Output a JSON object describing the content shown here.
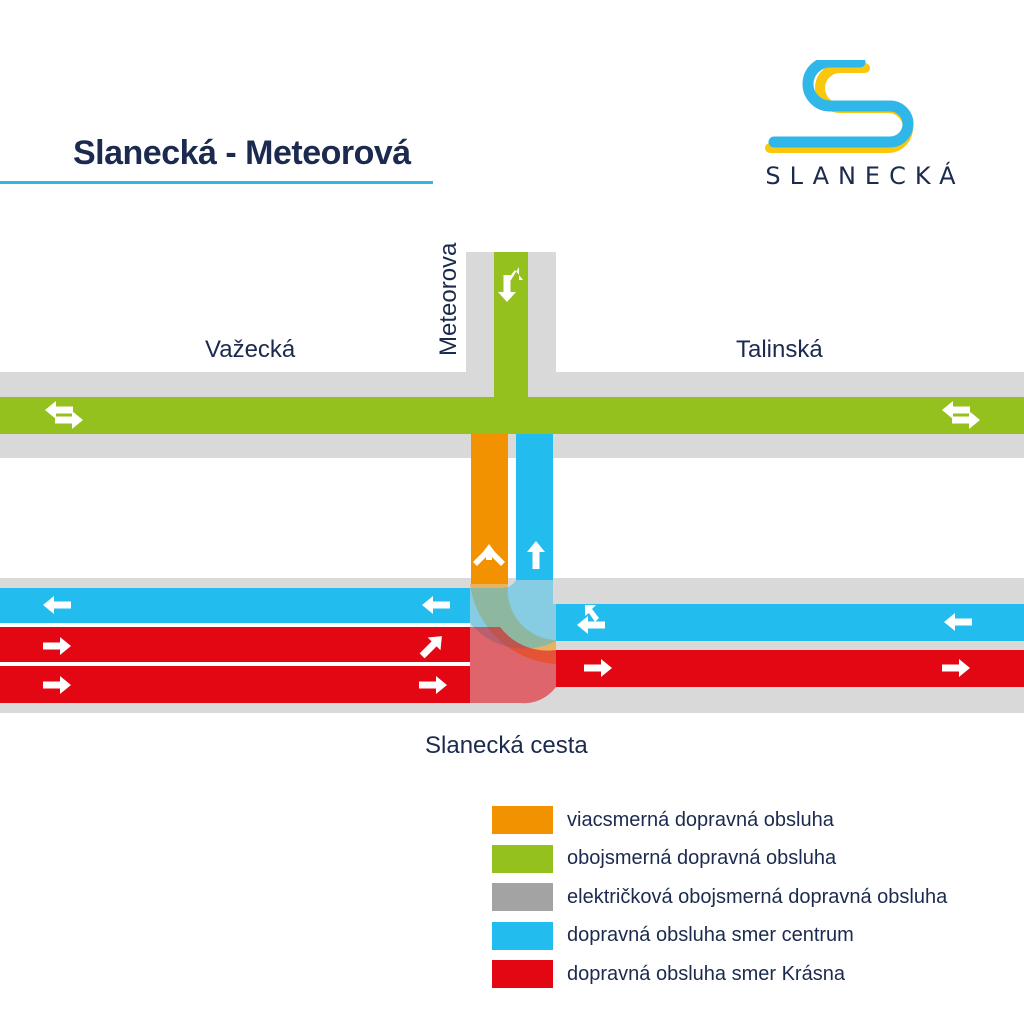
{
  "title": "Slanecká - Meteorová",
  "logo": {
    "text": "SLANECKÁ"
  },
  "streets": {
    "west": "Važecká",
    "east": "Talinská",
    "north": "Meteorova",
    "south": "Slanecká cesta"
  },
  "colors": {
    "orange": "#f39200",
    "green": "#95c11f",
    "gray": "#d9d9d9",
    "legend_gray": "#a3a3a3",
    "blue": "#22bcee",
    "red": "#e30613",
    "text": "#1b2a4e",
    "logo_blue": "#2fb7ea",
    "logo_yellow": "#f9c80e"
  },
  "legend": [
    {
      "label": "viacsmerná dopravná obsluha",
      "color": "#f39200"
    },
    {
      "label": "obojsmerná dopravná obsluha",
      "color": "#95c11f"
    },
    {
      "label": "električková obojsmerná dopravná obsluha",
      "color": "#a3a3a3"
    },
    {
      "label": "dopravná obsluha smer centrum",
      "color": "#22bcee"
    },
    {
      "label": "dopravná obsluha smer Krásna",
      "color": "#e30613"
    }
  ],
  "lane_arrows": [
    {
      "lane": "meteorova",
      "icon": "two-way-arrow-icon"
    },
    {
      "lane": "vazecka-talinska-west",
      "icon": "two-way-arrow-icon"
    },
    {
      "lane": "vazecka-talinska-east",
      "icon": "two-way-arrow-icon"
    },
    {
      "lane": "orange-connector",
      "icon": "multi-direction-arrow-icon"
    },
    {
      "lane": "blue-connector",
      "icon": "arrow-up-icon"
    },
    {
      "lane": "slanecka-west-centrum",
      "icon": "arrow-left-icon"
    },
    {
      "lane": "slanecka-west-centrum-near",
      "icon": "arrow-left-icon"
    },
    {
      "lane": "slanecka-east-centrum-turn",
      "icon": "left-and-up-right-arrow-icon"
    },
    {
      "lane": "slanecka-east-centrum",
      "icon": "arrow-left-icon"
    },
    {
      "lane": "slanecka-west-krasna-1",
      "icon": "arrow-right-icon"
    },
    {
      "lane": "slanecka-west-krasna-1-near",
      "icon": "arrow-up-right-icon"
    },
    {
      "lane": "slanecka-west-krasna-2",
      "icon": "arrow-right-icon"
    },
    {
      "lane": "slanecka-west-krasna-2-near",
      "icon": "arrow-right-icon"
    },
    {
      "lane": "slanecka-east-krasna",
      "icon": "arrow-right-icon"
    },
    {
      "lane": "slanecka-east-krasna-end",
      "icon": "arrow-right-icon"
    }
  ]
}
